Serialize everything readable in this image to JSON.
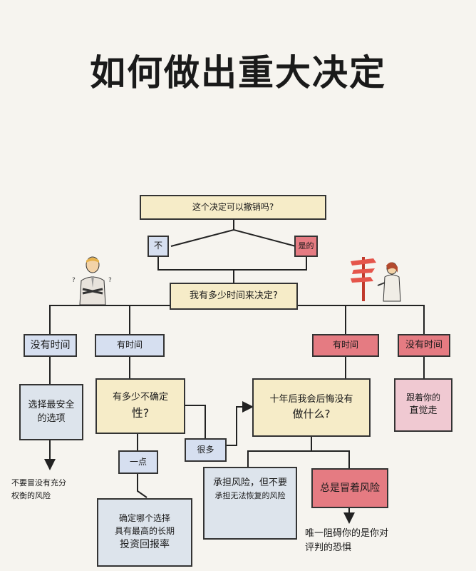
{
  "title": "如何做出重大决定",
  "q_reversible": "这个决定可以撤销吗?",
  "ans_no": "不",
  "ans_yes": "是的",
  "q_time": "我有多少时间来决定?",
  "no_time_left": "没有时间",
  "has_time_left": "有时间",
  "has_time_right": "有时间",
  "no_time_right": "没有时间",
  "safest_line1": "选择最安全",
  "safest_line2": "的选项",
  "uncertainty_line1": "有多少不确定",
  "uncertainty_line2": "性?",
  "regret_line1": "十年后我会后悔没有",
  "regret_line2": "做什么?",
  "gut_line1": "跟着你的",
  "gut_line2": "直觉走",
  "risk_note_line1": "不要冒没有充分",
  "risk_note_line2": "权衡的风险",
  "a_little": "一点",
  "a_lot": "很多",
  "take_risk_line1": "承担风险，但不要",
  "take_risk_line2": "承担无法恢复的风险",
  "always_risk": "总是冒着风险",
  "choose_line1": "确定哪个选择",
  "choose_line2": "具有最高的长期",
  "choose_line3": "投资回报率",
  "fear_line1": "唯一阻碍你的是你对",
  "fear_line2": "评判的恐惧",
  "colors": {
    "cream": "#f6ecc8",
    "blue": "#d6dff0",
    "red": "#e57b82",
    "pink": "#f0c9d2",
    "grey": "#dde4ec"
  }
}
